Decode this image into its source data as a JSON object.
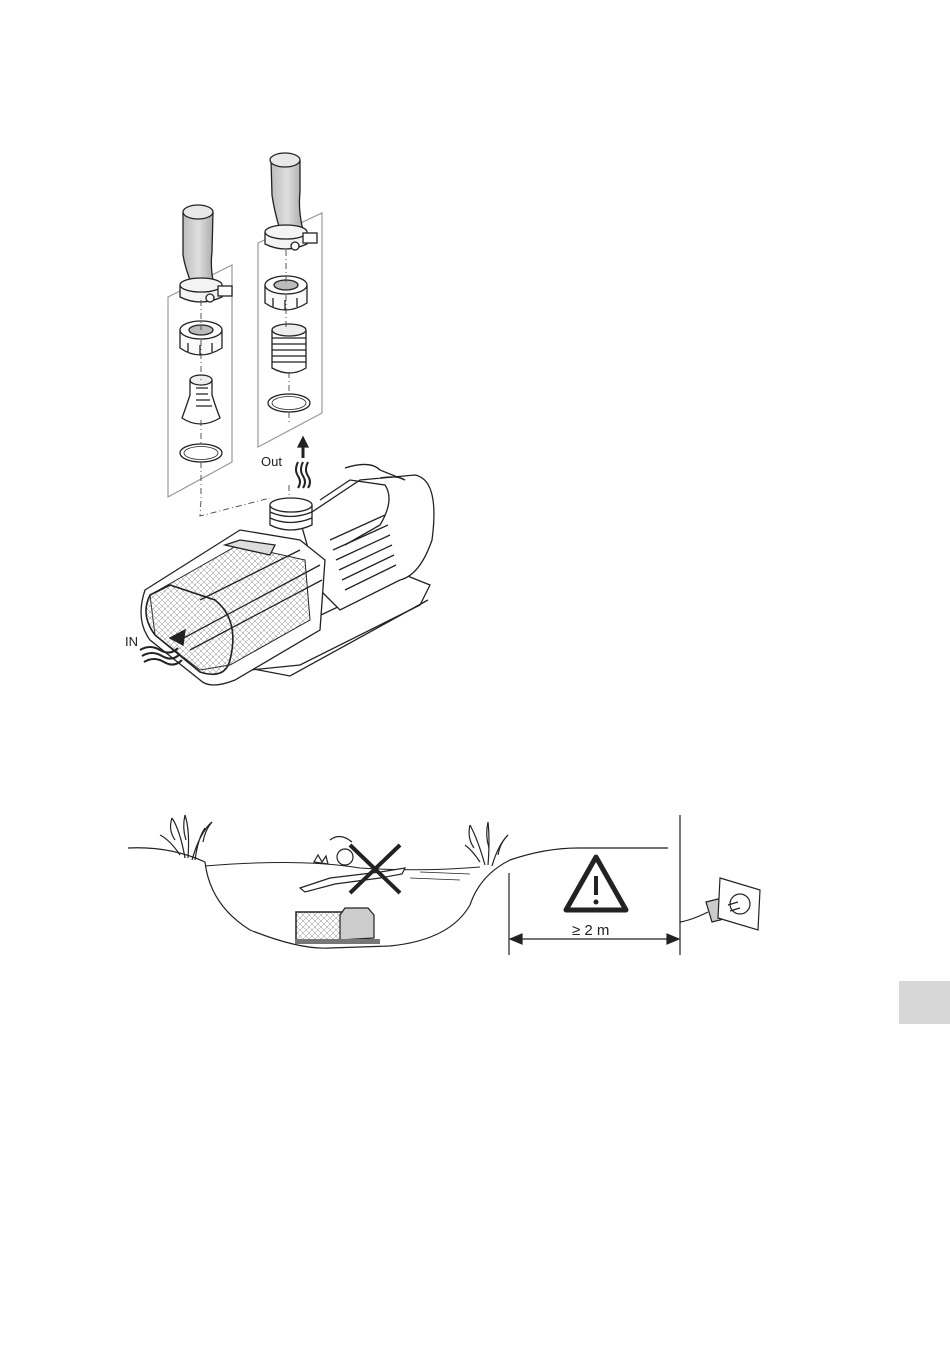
{
  "figure1": {
    "label_in": "IN",
    "label_out": "Out"
  },
  "figure2": {
    "distance_label": "≥ 2 m",
    "warning_symbol": "warning-triangle-icon"
  },
  "colors": {
    "line": "#222222",
    "side_tab": "#d7d7d7"
  }
}
